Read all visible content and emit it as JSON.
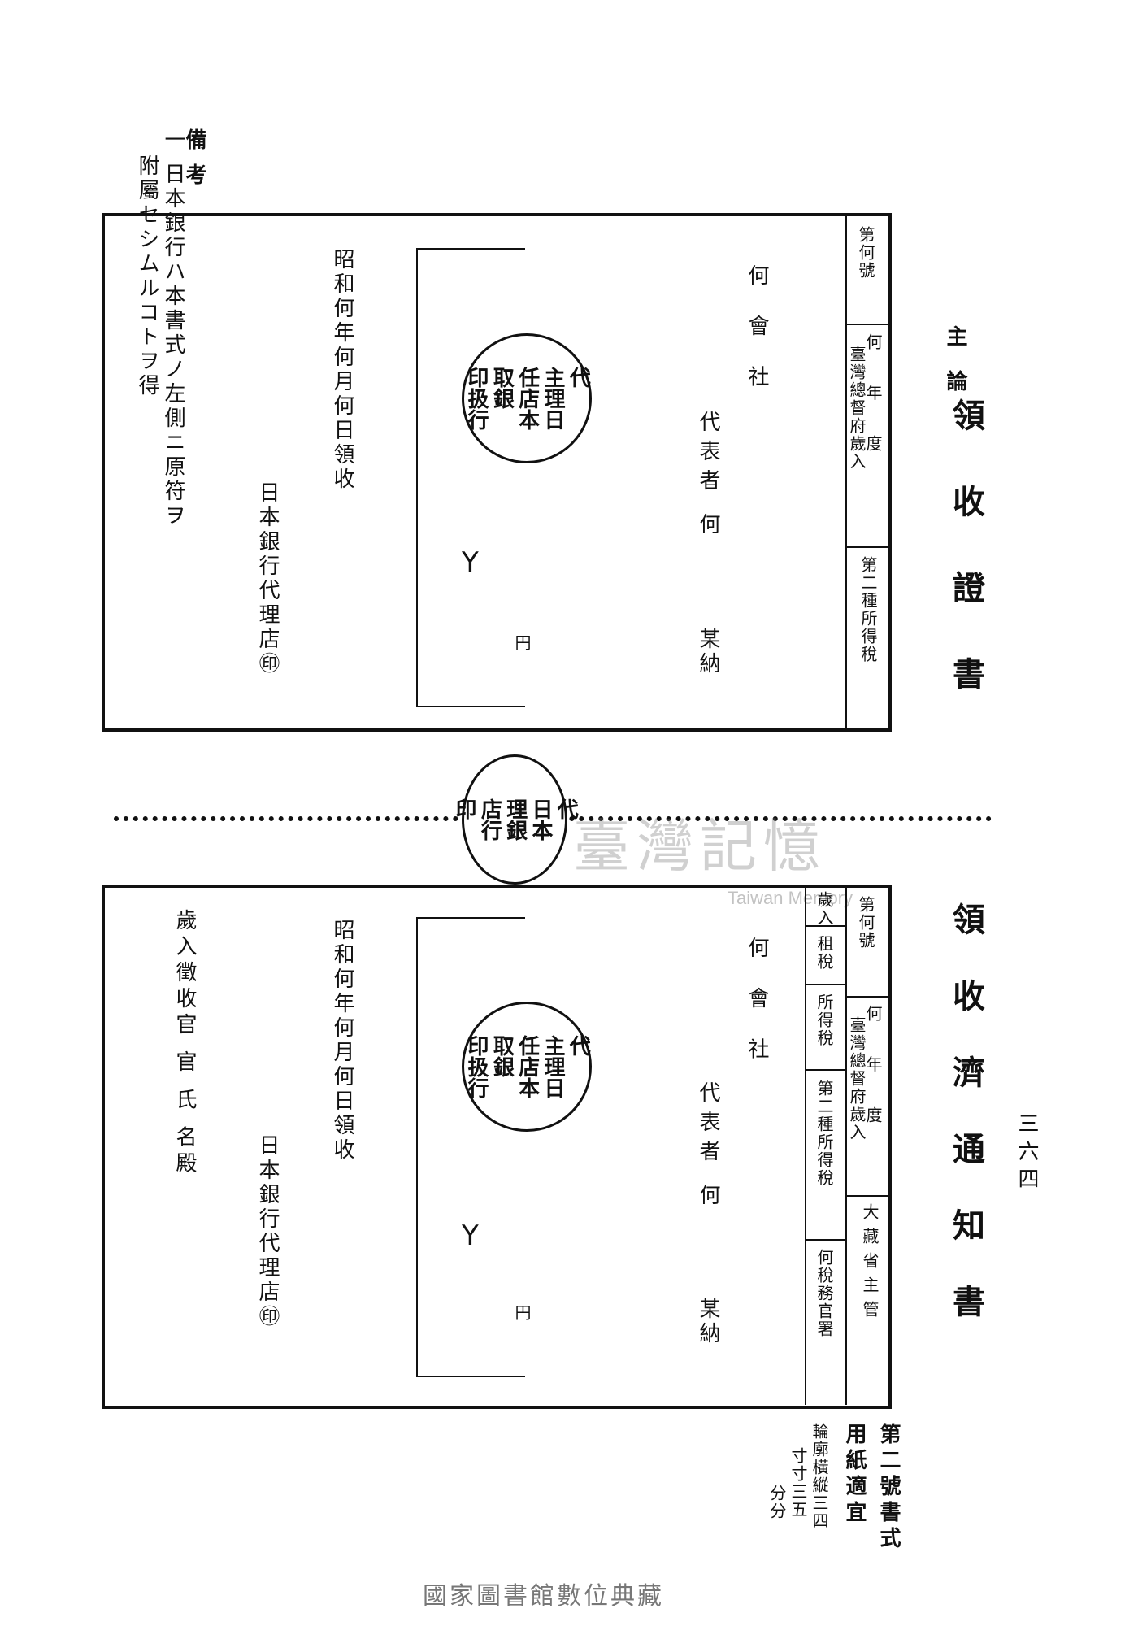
{
  "header": {
    "chapter": "主 論",
    "page_number": "三六四"
  },
  "note": {
    "label": "備 考",
    "line1": "一 日本銀行ハ本書式ノ左側ニ原符ヲ",
    "line2": "附屬セシムルコトヲ得"
  },
  "upper_form": {
    "title": "領 收 證 書",
    "col_number": "第何號",
    "col_year": "何 年 度",
    "col_revenue": "臺灣總督府歲入",
    "col_tax": "第二種所得稅",
    "company": "何 會 社",
    "representative": "代表者 何",
    "payer": "某納",
    "yen_unit": "円",
    "yen_symbol": "Y",
    "date": "昭和何年何月何日領收",
    "issuer": "日本銀行代理店㊞",
    "seal_text": [
      "代",
      "主理日",
      "任店本",
      "取銀",
      "印扱行"
    ]
  },
  "tally_seal": {
    "seal_text": [
      "代",
      "日本",
      "理銀",
      "店行",
      "印"
    ]
  },
  "lower_form": {
    "title": "領 收 濟 通 知 書",
    "col_number": "第何號",
    "col_year": "何 年 度",
    "col_revenue": "臺灣總督府歲入",
    "col_tax_left": "歲入",
    "col_tax1": "租稅",
    "col_tax2": "所得稅",
    "col_tax3": "第二種所得稅",
    "col_ministry": "大藏省主管",
    "col_office": "何稅務官署",
    "company": "何 會 社",
    "representative": "代表者 何",
    "payer": "某納",
    "yen_unit": "円",
    "yen_symbol": "Y",
    "date": "昭和何年何月何日領收",
    "issuer": "日本銀行代理店㊞",
    "recipient": "歲入徵收官 官 氏 名殿",
    "seal_text": [
      "代",
      "主理日",
      "任店本",
      "取銀",
      "印扱行"
    ]
  },
  "form_spec": {
    "heading1": "第二號書式",
    "heading2": "用紙適宜",
    "line1": "輪廓橫縱三四",
    "line2": "寸寸三五",
    "line3": "分分"
  },
  "watermark": {
    "chinese": "臺灣記憶",
    "english": "Taiwan Memory"
  },
  "footer": {
    "text": "國家圖書館數位典藏"
  }
}
